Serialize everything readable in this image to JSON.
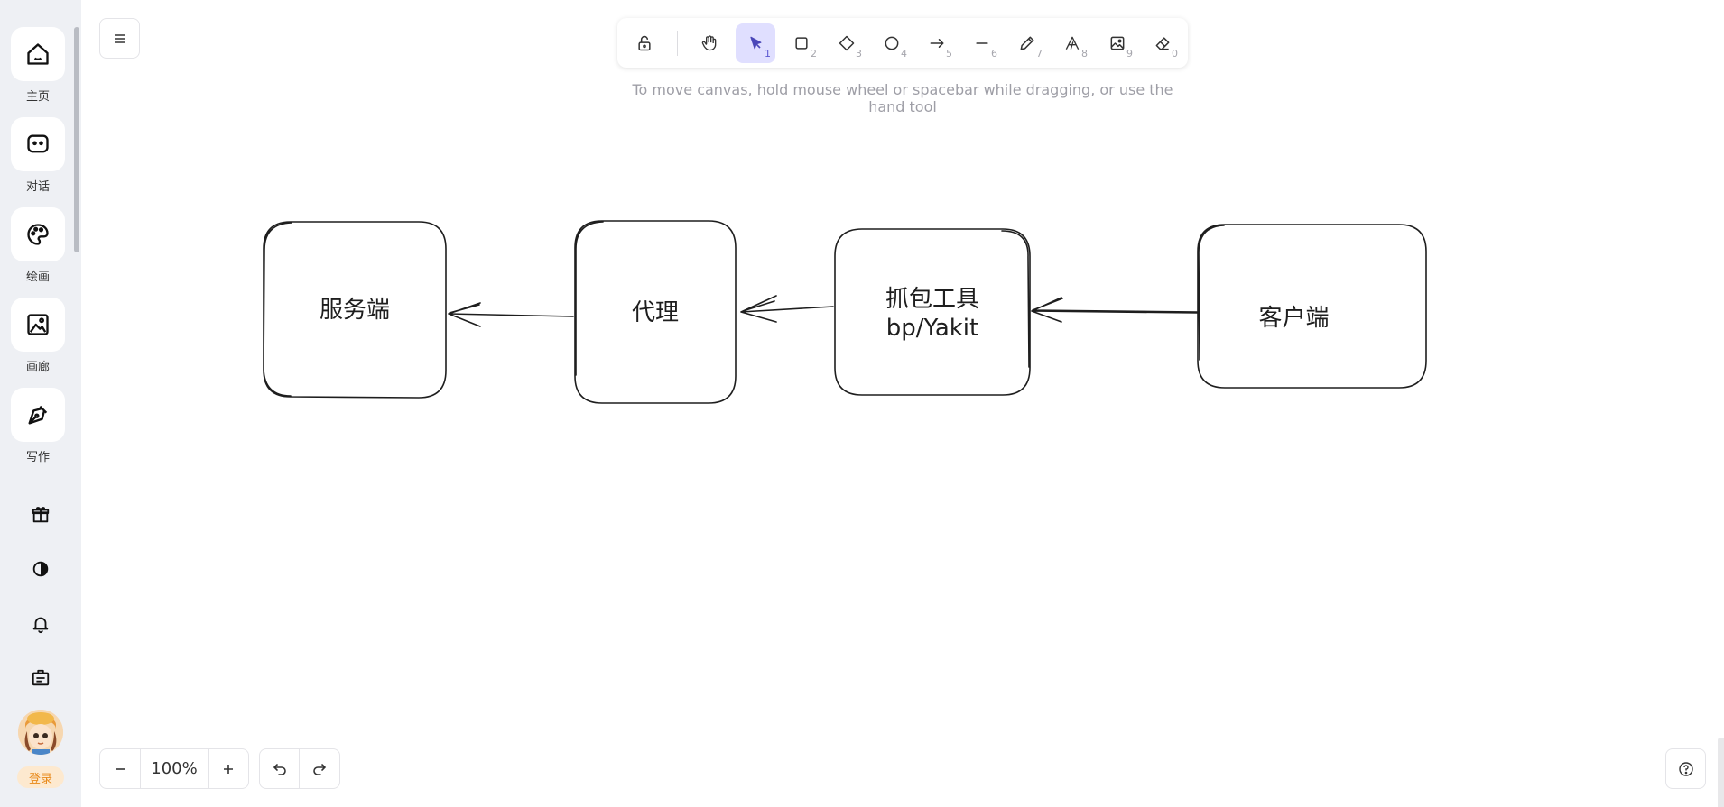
{
  "sidebar": {
    "items": [
      {
        "label": "主页",
        "icon": "home-icon"
      },
      {
        "label": "对话",
        "icon": "chat-icon"
      },
      {
        "label": "绘画",
        "icon": "palette-icon"
      },
      {
        "label": "画廊",
        "icon": "gallery-icon"
      },
      {
        "label": "写作",
        "icon": "pen-icon"
      }
    ],
    "utility_icons": [
      "gift-icon",
      "theme-contrast-icon",
      "bell-icon",
      "id-card-icon"
    ],
    "login_label": "登录",
    "login_color": "#e8891a"
  },
  "toolbar": {
    "tools": [
      {
        "name": "lock",
        "icon": "lock-open-icon",
        "shortcut": ""
      },
      {
        "name": "hand",
        "icon": "hand-icon",
        "shortcut": ""
      },
      {
        "name": "selection",
        "icon": "pointer-icon",
        "shortcut": "1",
        "active": true
      },
      {
        "name": "rectangle",
        "icon": "rectangle-icon",
        "shortcut": "2"
      },
      {
        "name": "diamond",
        "icon": "diamond-icon",
        "shortcut": "3"
      },
      {
        "name": "ellipse",
        "icon": "ellipse-icon",
        "shortcut": "4"
      },
      {
        "name": "arrow",
        "icon": "arrow-icon",
        "shortcut": "5"
      },
      {
        "name": "line",
        "icon": "line-icon",
        "shortcut": "6"
      },
      {
        "name": "draw",
        "icon": "pencil-icon",
        "shortcut": "7"
      },
      {
        "name": "text",
        "icon": "text-icon",
        "shortcut": "8"
      },
      {
        "name": "image",
        "icon": "image-icon",
        "shortcut": "9"
      },
      {
        "name": "eraser",
        "icon": "eraser-icon",
        "shortcut": "0"
      }
    ],
    "accent": "#e0dfff"
  },
  "hint": "To move canvas, hold mouse wheel or spacebar while dragging, or use the hand tool",
  "diagram": {
    "nodes": [
      {
        "id": "server",
        "lines": [
          "服务端"
        ]
      },
      {
        "id": "proxy",
        "lines": [
          "代理"
        ]
      },
      {
        "id": "capture",
        "lines": [
          "抓包工具",
          "bp/Yakit"
        ]
      },
      {
        "id": "client",
        "lines": [
          "客户端"
        ]
      }
    ],
    "edges": [
      {
        "from": "client",
        "to": "capture"
      },
      {
        "from": "capture",
        "to": "proxy"
      },
      {
        "from": "proxy",
        "to": "server"
      }
    ]
  },
  "footer": {
    "zoom": "100%",
    "zoom_out_icon": "minus-icon",
    "zoom_in_icon": "plus-icon",
    "undo_icon": "undo-icon",
    "redo_icon": "redo-icon",
    "help_icon": "help-icon"
  }
}
